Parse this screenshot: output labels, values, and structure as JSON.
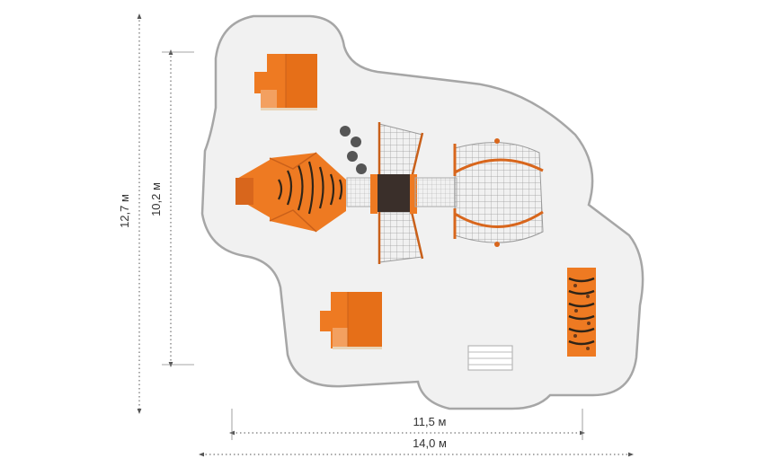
{
  "dimensions": {
    "overall_height": "12,7 м",
    "inner_height": "10,2 м",
    "inner_width": "11,5 м",
    "overall_width": "14,0 м"
  },
  "colors": {
    "orange": "#ee7a22",
    "orange_dark": "#c9601a",
    "tiger_stripe": "#2e2418",
    "grey_net": "#9a9a9a",
    "zone_fill": "#f1f1f1",
    "zone_stroke": "#a6a6a6",
    "dim_line": "#555555"
  }
}
